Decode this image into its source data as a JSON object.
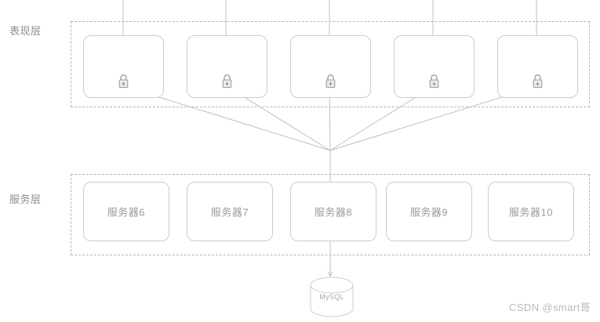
{
  "diagram": {
    "title": "presentation-service-layer-architecture",
    "colors": {
      "box_border": "#cccccc",
      "dashed_border": "#b5b5b5",
      "text": "#9a9a9a",
      "label_text": "#8c8c8c",
      "arrow": "#bfbfbf",
      "watermark": "#b9b9b9",
      "background": "#ffffff"
    }
  },
  "layers": [
    {
      "id": "presentation",
      "label": "表现层",
      "nodes": [
        {
          "id": "p1",
          "icon": "lock-icon",
          "label": ""
        },
        {
          "id": "p2",
          "icon": "lock-icon",
          "label": ""
        },
        {
          "id": "p3",
          "icon": "lock-icon",
          "label": ""
        },
        {
          "id": "p4",
          "icon": "lock-icon",
          "label": ""
        },
        {
          "id": "p5",
          "icon": "lock-icon",
          "label": ""
        }
      ]
    },
    {
      "id": "service",
      "label": "服务层",
      "nodes": [
        {
          "id": "s6",
          "icon": "",
          "label": "服务器6"
        },
        {
          "id": "s7",
          "icon": "",
          "label": "服务器7"
        },
        {
          "id": "s8",
          "icon": "",
          "label": "服务器8"
        },
        {
          "id": "s9",
          "icon": "",
          "label": "服务器9"
        },
        {
          "id": "s10",
          "icon": "",
          "label": "服务器10"
        }
      ]
    }
  ],
  "database": {
    "name": "MySQL",
    "shape": "cylinder"
  },
  "watermark": {
    "text": "CSDN @smart哥"
  }
}
